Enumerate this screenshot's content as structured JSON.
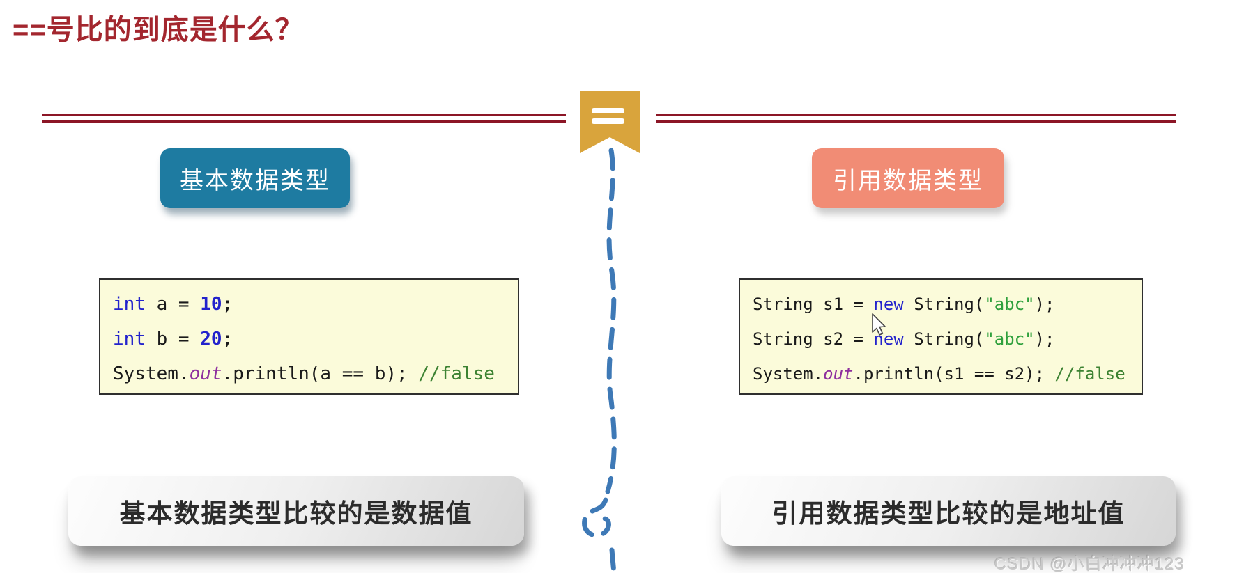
{
  "page": {
    "title": "==号比的到底是什么？",
    "bookmark_label": "==",
    "watermark": "CSDN @小白冲冲冲123"
  },
  "left_panel": {
    "type_label": "基本数据类型",
    "conclusion": "基本数据类型比较的是数据值",
    "code_lines": [
      [
        {
          "t": "int",
          "c": "kw"
        },
        {
          "t": " a = ",
          "c": "pl"
        },
        {
          "t": "10",
          "c": "num"
        },
        {
          "t": ";",
          "c": "pl"
        }
      ],
      [
        {
          "t": "int",
          "c": "kw"
        },
        {
          "t": " b = ",
          "c": "pl"
        },
        {
          "t": "20",
          "c": "num"
        },
        {
          "t": ";",
          "c": "pl"
        }
      ],
      [
        {
          "t": "System.",
          "c": "pl"
        },
        {
          "t": "out",
          "c": "fld"
        },
        {
          "t": ".println(a == b); ",
          "c": "pl"
        },
        {
          "t": "//false",
          "c": "cm"
        }
      ]
    ]
  },
  "right_panel": {
    "type_label": "引用数据类型",
    "conclusion": "引用数据类型比较的是地址值",
    "code_lines": [
      [
        {
          "t": "String s1 = ",
          "c": "pl"
        },
        {
          "t": "new",
          "c": "kw"
        },
        {
          "t": " String(",
          "c": "pl"
        },
        {
          "t": "\"abc\"",
          "c": "str"
        },
        {
          "t": ");",
          "c": "pl"
        }
      ],
      [
        {
          "t": "String s2 = ",
          "c": "pl"
        },
        {
          "t": "new",
          "c": "kw"
        },
        {
          "t": " String(",
          "c": "pl"
        },
        {
          "t": "\"abc\"",
          "c": "str"
        },
        {
          "t": ");",
          "c": "pl"
        }
      ],
      [
        {
          "t": "System.",
          "c": "pl"
        },
        {
          "t": "out",
          "c": "fld"
        },
        {
          "t": ".println(s1 == s2); ",
          "c": "pl"
        },
        {
          "t": "//false",
          "c": "cm"
        }
      ]
    ]
  },
  "colors": {
    "title": "#A3262E",
    "divider": "#8C1626",
    "bookmark": "#D9A43C",
    "primary_button": "#1E7BA1",
    "reference_button": "#F18C75",
    "code_background": "#FBFBDA",
    "keyword": "#2323CC",
    "number": "#2323CC",
    "field": "#8E2F9E",
    "string": "#2FA03C",
    "comment": "#3C8232",
    "dashed_line": "#3E79B6"
  }
}
